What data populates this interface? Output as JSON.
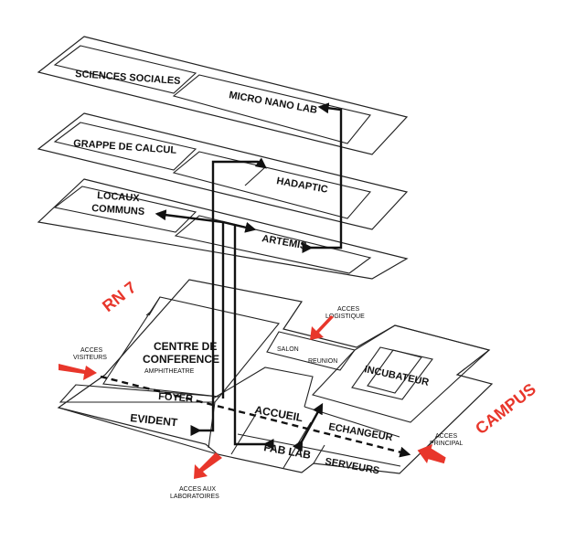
{
  "floors": {
    "top": {
      "left_room": "SCIENCES SOCIALES",
      "right_room": "MICRO NANO LAB"
    },
    "second": {
      "left_room": "GRAPPE DE CALCUL",
      "right_room": "HADAPTIC"
    },
    "third": {
      "left_room_line1": "LOCAUX",
      "left_room_line2": "COMMUNS",
      "right_room": "ARTEMIS"
    }
  },
  "ground": {
    "conference_line1": "CENTRE DE",
    "conference_line2": "CONFERENCE",
    "amphitheatre": "AMPHITHEATRE",
    "foyer": "FOYER",
    "evident": "EVIDENT",
    "accueil": "ACCUEIL",
    "fablab": "FAB LAB",
    "echangeur": "ECHANGEUR",
    "serveurs": "SERVEURS",
    "salon": "SALON",
    "reunion": "REUNION",
    "incubateur": "INCUBATEUR"
  },
  "roads": {
    "rn7": "RN 7",
    "campus": "CAMPUS"
  },
  "accesses": {
    "logistique_line1": "ACCES",
    "logistique_line2": "LOGISTIQUE",
    "visiteurs_line1": "ACCES",
    "visiteurs_line2": "VISITEURS",
    "laboratoires_line1": "ACCES AUX",
    "laboratoires_line2": "LABORATOIRES",
    "principal_line1": "ACCES",
    "principal_line2": "PRINCIPAL"
  },
  "colors": {
    "accent": "#e8362b",
    "ink": "#111111"
  }
}
